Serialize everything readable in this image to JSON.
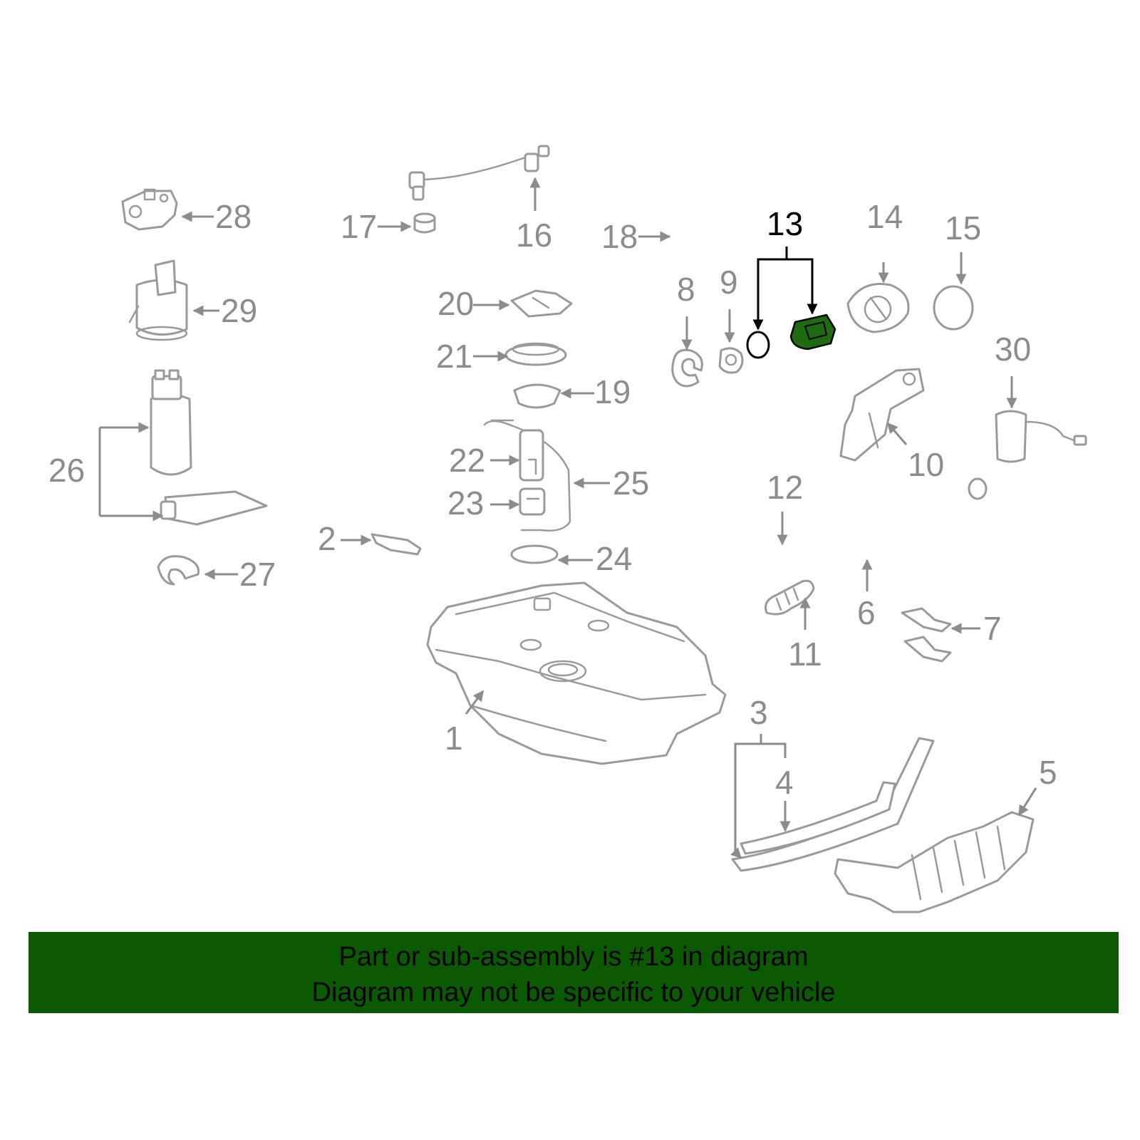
{
  "colors": {
    "banner_background": "#0b5a02",
    "banner_text": "#000000",
    "highlight_part": "#1f6b12",
    "callout_gray": "#8c8c8c",
    "part_outline": "#9a9a9a"
  },
  "highlighted_callout": "13",
  "callouts": [
    "1",
    "2",
    "3",
    "4",
    "5",
    "6",
    "7",
    "8",
    "9",
    "10",
    "11",
    "12",
    "13",
    "14",
    "15",
    "16",
    "17",
    "18",
    "19",
    "20",
    "21",
    "22",
    "23",
    "24",
    "25",
    "26",
    "27",
    "28",
    "29",
    "30"
  ],
  "banner": {
    "line1": "Part or sub-assembly is #13 in diagram",
    "line2": "Diagram may not be specific to your vehicle"
  }
}
